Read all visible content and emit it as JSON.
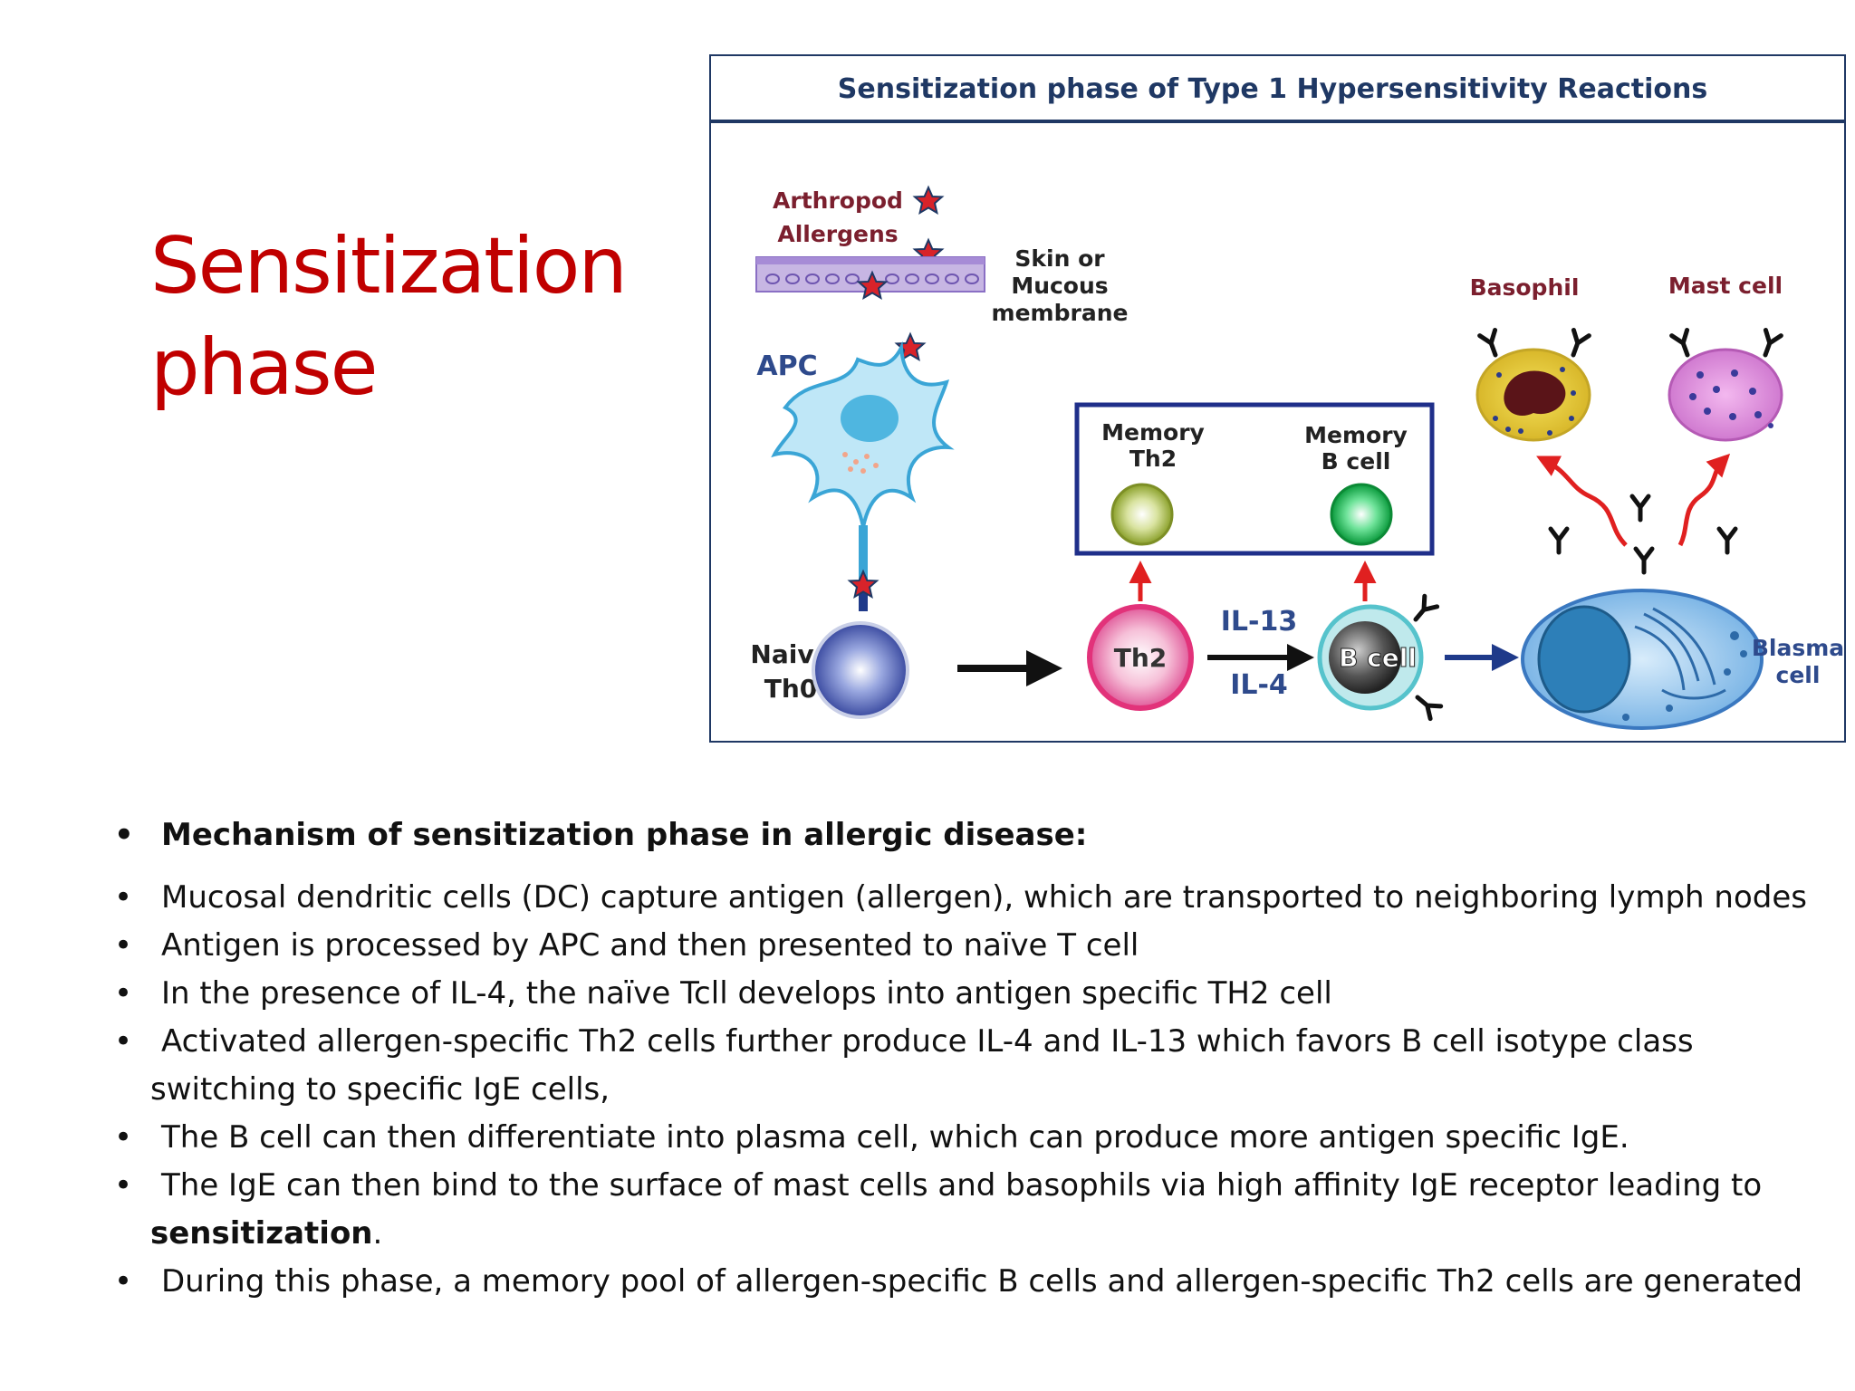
{
  "slide": {
    "title_line1": "Sensitization",
    "title_line2": "phase"
  },
  "figure": {
    "title": "Sensitization phase of Type 1 Hypersensitivity Reactions",
    "labels": {
      "arthropod": "Arthropod",
      "allergens": "Allergens",
      "skin1": "Skin or",
      "skin2": "Mucous",
      "skin3": "membrane",
      "apc": "APC",
      "naive1": "Naive",
      "naive2": "Th0",
      "memory_th2_1": "Memory",
      "memory_th2_2": "Th2",
      "memory_b_1": "Memory",
      "memory_b_2": "B cell",
      "th2": "Th2",
      "il13": "IL-13",
      "il4": "IL-4",
      "bcell": "B cell",
      "basophil": "Basophil",
      "mastcell": "Mast cell",
      "blasma1": "Blasma",
      "blasma2": "cell"
    },
    "colors": {
      "title": "#1f3864",
      "allergen_label": "#7b1f2e",
      "apc_label": "#2e4a8c",
      "arrow_red": "#e02020"
    }
  },
  "bullets": {
    "heading": "Mechanism of sensitization phase in allergic disease:",
    "items": [
      "Mucosal dendritic cells (DC) capture antigen (allergen), which are transported to neighboring lymph nodes",
      "Antigen is processed by APC and then presented to naïve T cell",
      "In the presence of IL-4, the naïve Tcll develops into antigen specific TH2 cell",
      "Activated allergen-specific Th2 cells further produce IL-4 and IL-13 which favors B cell isotype class switching to specific IgE cells,",
      "The B cell can then differentiate into plasma cell, which can produce more antigen specific IgE."
    ],
    "item6_text": "The IgE can then bind to the surface of mast cells and basophils via high affinity IgE receptor leading to ",
    "item6_bold": "sensitization",
    "item6_end": ".",
    "item7": "During this phase, a memory pool of allergen-specific B cells and allergen-specific Th2 cells are generated"
  }
}
